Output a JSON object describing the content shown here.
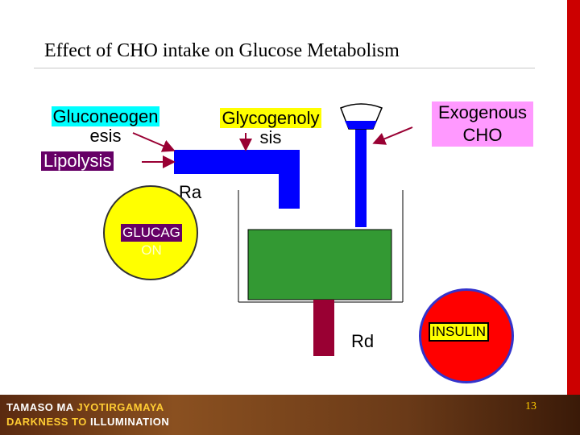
{
  "title": "Effect of CHO intake on Glucose Metabolism",
  "labels": {
    "gluconeogenesis_1": "Gluconeogen",
    "gluconeogenesis_2": "esis",
    "lipolysis": "Lipolysis",
    "glycogenolysis_1": "Glycogenoly",
    "glycogenolysis_2": "sis",
    "exogenous_1": "Exogenous",
    "exogenous_2": "CHO",
    "ra": "Ra",
    "rd": "Rd",
    "glucagon_1": "GLUCAG",
    "glucagon_2": "ON",
    "insulin": "INSULIN"
  },
  "footer": {
    "line1_a": "TAMASO MA",
    "line1_b": "JYOTIRGAMAYA",
    "line2_a": "DARKNESS TO",
    "line2_b": "ILLUMINATION",
    "page": "13"
  },
  "colors": {
    "tank_fill": "#339933",
    "inflow_pipe": "#0000ff",
    "outflow_pipe": "#990033",
    "accent_bar": "#cc0000"
  }
}
